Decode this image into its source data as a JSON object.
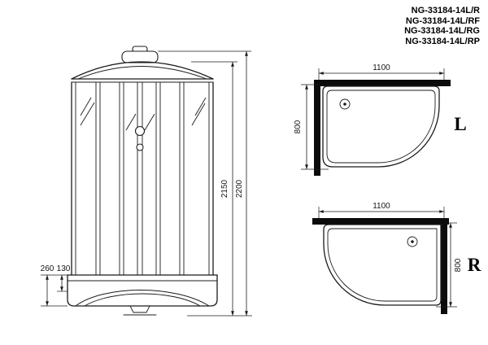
{
  "models": {
    "items": [
      "NG-33184-14L/R",
      "NG-33184-14L/RF",
      "NG-33184-14L/RG",
      "NG-33184-14L/RP"
    ]
  },
  "front_view": {
    "dim_height_inner": "2150",
    "dim_height_outer": "2200",
    "dim_base_height": "260",
    "dim_tray_height": "130"
  },
  "plan_top": {
    "label": "L",
    "dim_width": "1100",
    "dim_depth": "800"
  },
  "plan_bottom": {
    "label": "R",
    "dim_width": "1100",
    "dim_depth": "800"
  },
  "colors": {
    "line": "#1b1b1b",
    "wall": "#0b0b0b",
    "background": "#ffffff"
  }
}
